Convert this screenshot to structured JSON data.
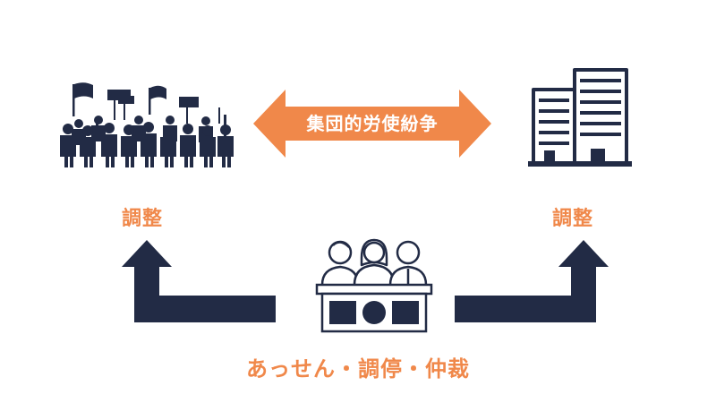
{
  "dispute": {
    "label": "集団的労使紛争"
  },
  "labels": {
    "left": "調整",
    "right": "調整",
    "bottom": "あっせん・調停・仲裁"
  },
  "colors": {
    "navy": "#222b45",
    "orange": "#f0884a"
  },
  "icons": {
    "workers": "protest-crowd-icon",
    "company": "office-buildings-icon",
    "committee": "labor-committee-icon"
  }
}
